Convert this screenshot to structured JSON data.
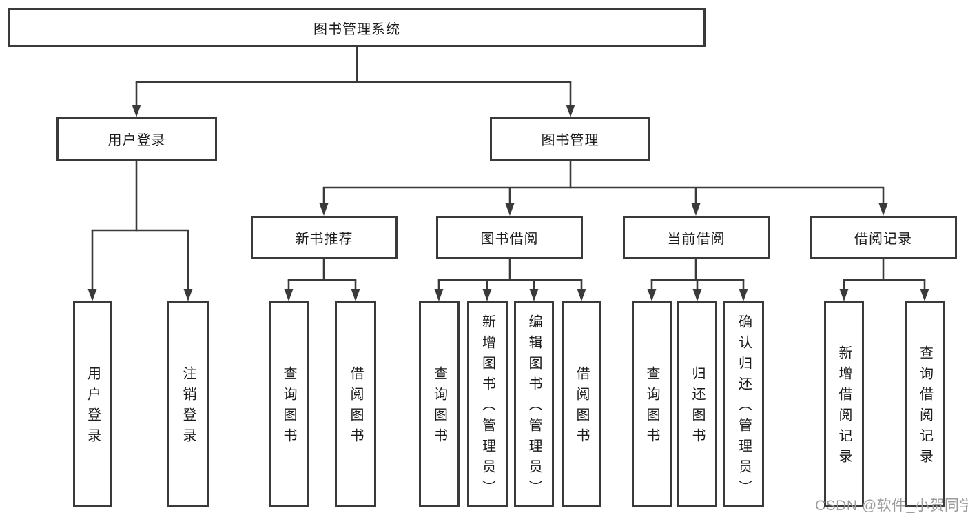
{
  "colors": {
    "line": "#3a3a3a",
    "box_border": "#3a3a3a",
    "text": "#1c1c1c",
    "watermark_gray": "#9c9c9c",
    "background": "#ffffff"
  },
  "diagram": {
    "root": {
      "label": "图书管理系统"
    },
    "level2": [
      {
        "label": "用户登录",
        "children": [
          {
            "label": "用户登录"
          },
          {
            "label": "注销登录"
          }
        ]
      },
      {
        "label": "图书管理",
        "children": [
          {
            "label": "新书推荐",
            "children": [
              {
                "label": "查询图书"
              },
              {
                "label": "借阅图书"
              }
            ]
          },
          {
            "label": "图书借阅",
            "children": [
              {
                "label": "查询图书"
              },
              {
                "label": "新增图书（管理员）"
              },
              {
                "label": "编辑图书（管理员）"
              },
              {
                "label": "借阅图书"
              }
            ]
          },
          {
            "label": "当前借阅",
            "children": [
              {
                "label": "查询图书"
              },
              {
                "label": "归还图书"
              },
              {
                "label": "确认归还（管理员）"
              }
            ]
          },
          {
            "label": "借阅记录",
            "children": [
              {
                "label": "新增借阅记录"
              },
              {
                "label": "查询借阅记录"
              }
            ]
          }
        ]
      }
    ]
  },
  "watermark": {
    "text": "CSDN @软件_小贺同学"
  }
}
